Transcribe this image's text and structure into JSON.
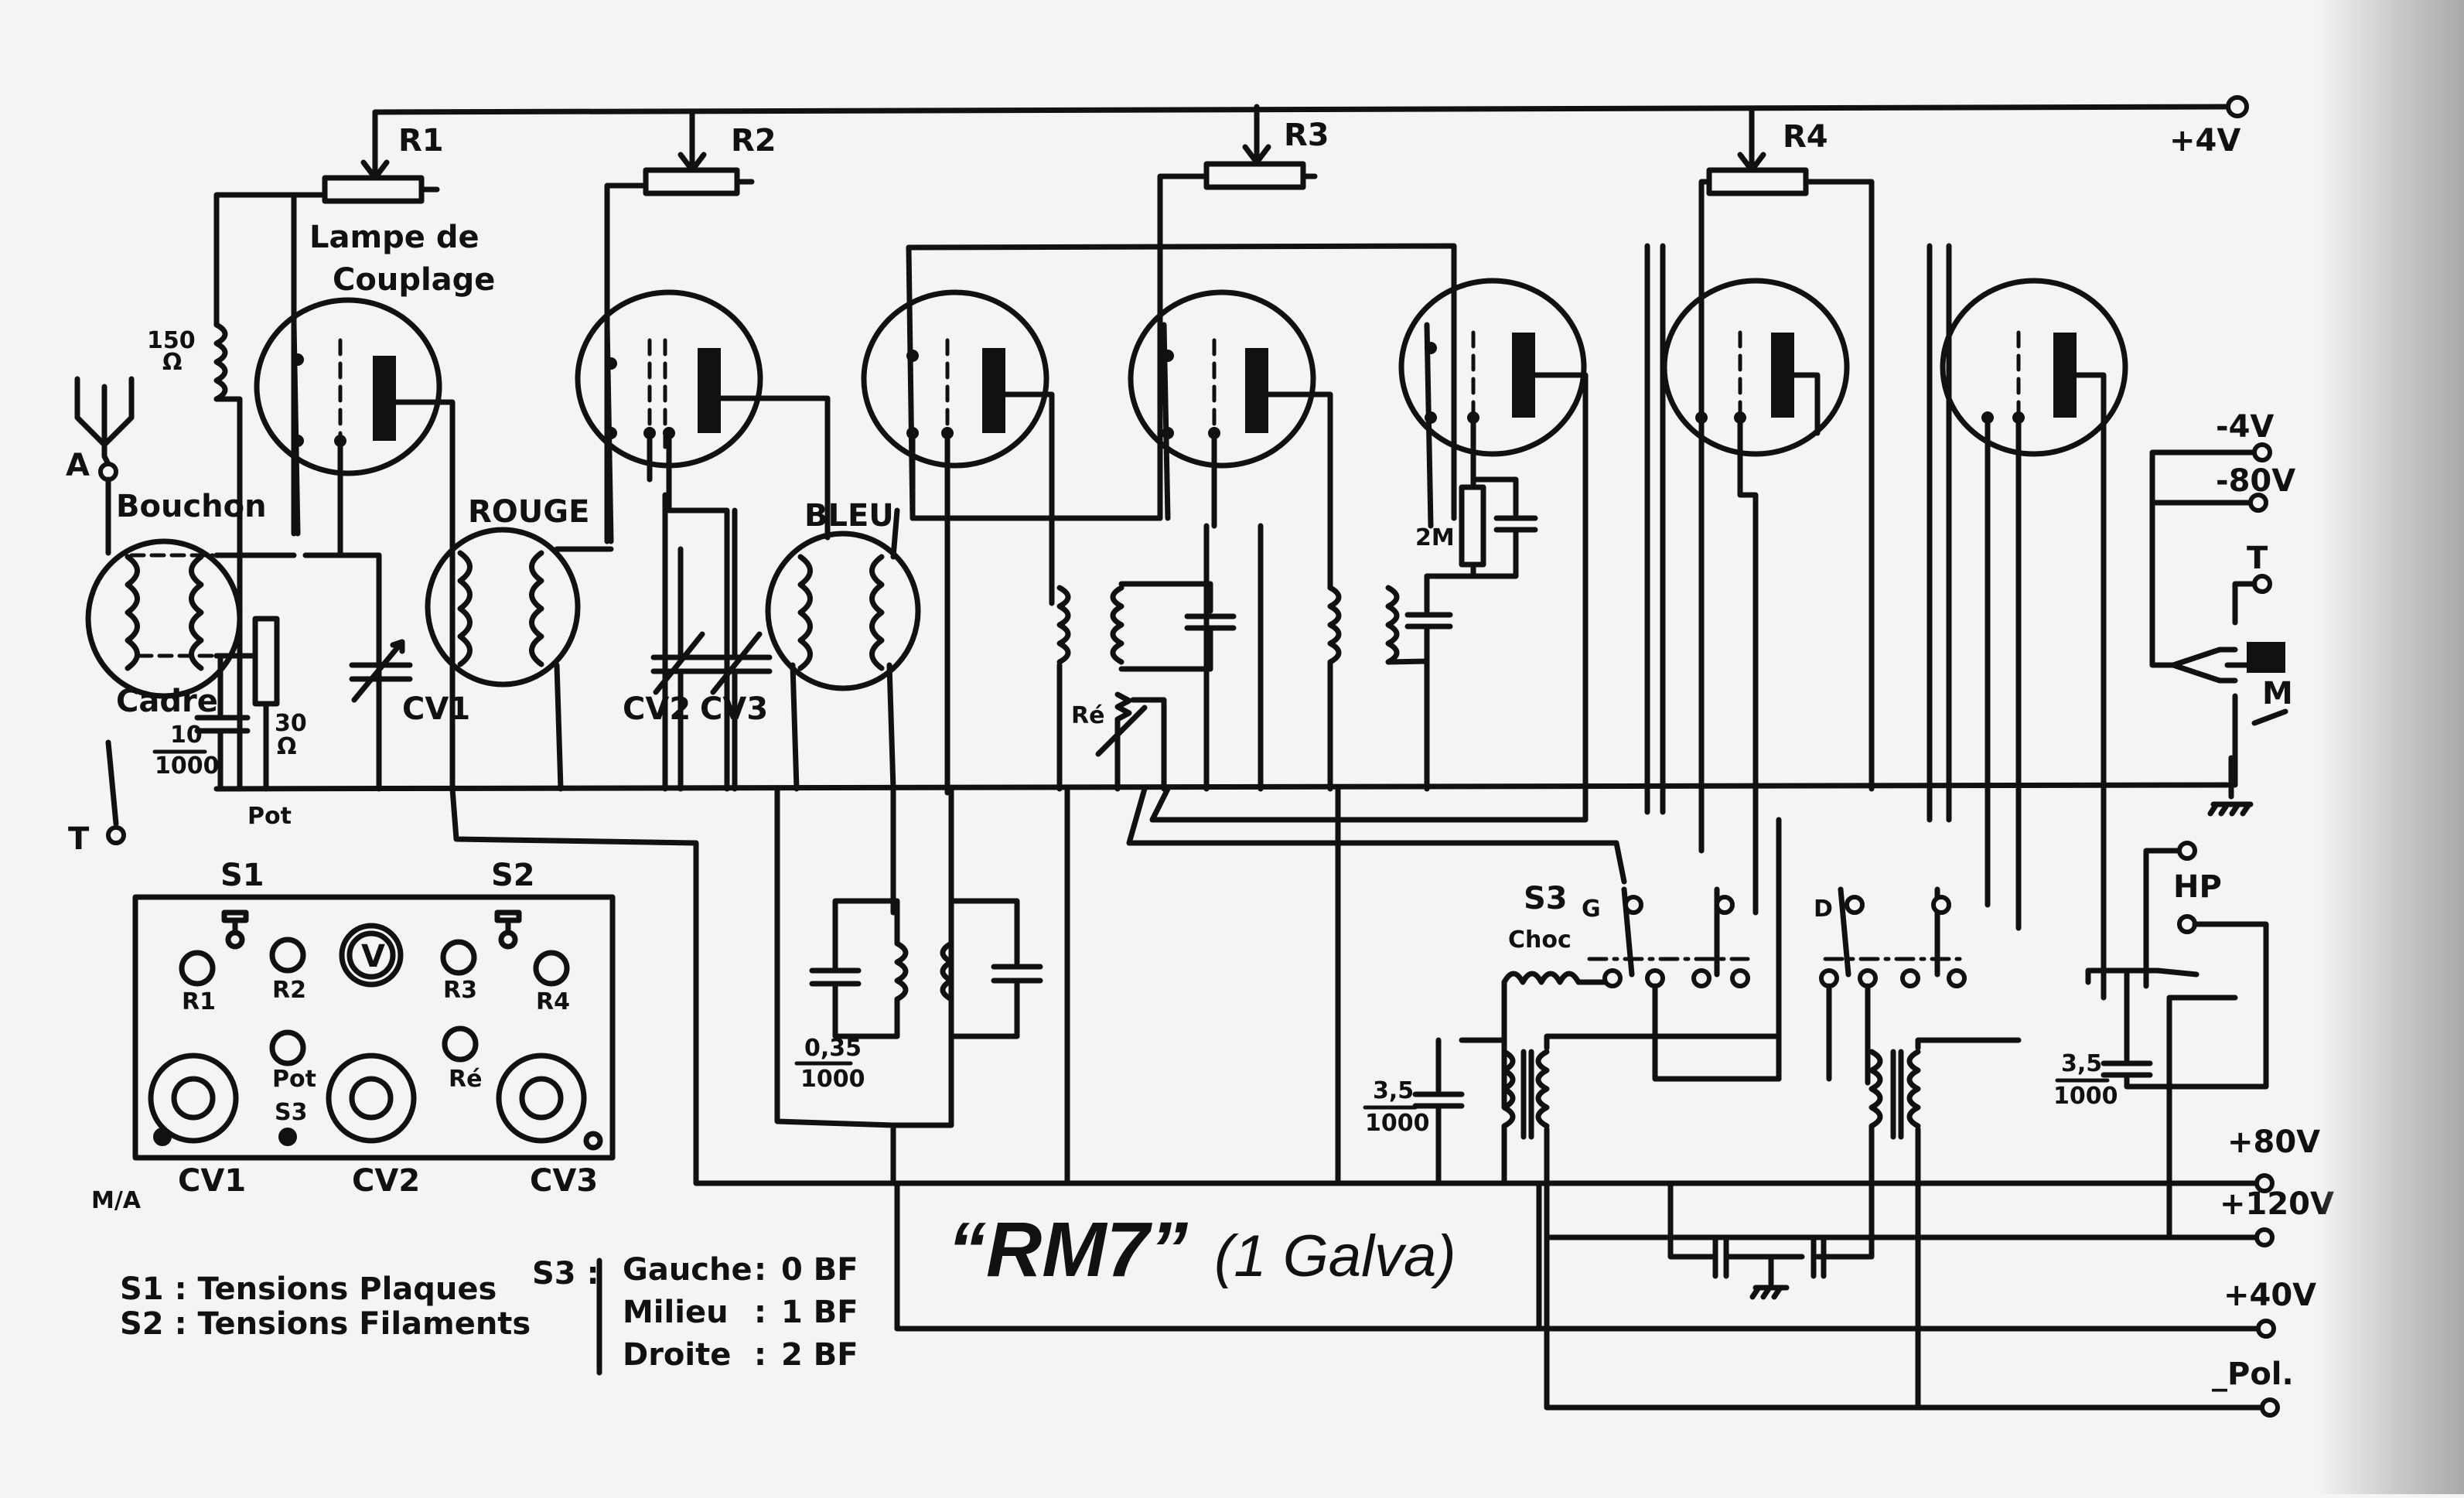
{
  "title": {
    "main": "“RM7”",
    "subtitle": "(1 Galva)"
  },
  "rails": {
    "plus_4v": "+4V",
    "minus_4v": "-4V",
    "minus_80v": "-80V",
    "t": "T",
    "m": "M",
    "hp": "HP",
    "plus_80v": "+80V",
    "plus_120v": "+120V",
    "plus_40v": "+40V",
    "minus_pol": "_Pol."
  },
  "components": {
    "r1": "R1",
    "r2": "R2",
    "r3": "R3",
    "r4": "R4",
    "lamp_label_1": "Lampe de",
    "lamp_label_2": "Couplage",
    "choke_150": "150",
    "ohm": "Ω",
    "antenna_a": "A",
    "antenna_t": "T",
    "bouchon": "Bouchon",
    "cadre": "Cadre",
    "cap_10_num": "10",
    "cap_10_den": "1000",
    "pot_30": "30",
    "pot": "Pot",
    "cv1": "CV1",
    "cv2": "CV2",
    "cv3": "CV3",
    "rouge": "ROUGE",
    "bleu": "BLEU",
    "re": "Ré",
    "r_2m": "2M",
    "cap_035_num": "0,35",
    "cap_035_den": "1000",
    "s3": "S3",
    "s3_g": "G",
    "s3_d": "D",
    "choc": "Choc",
    "cap_35a_num": "3,5",
    "cap_35a_den": "1000",
    "cap_35b_num": "3,5",
    "cap_35b_den": "1000"
  },
  "panel": {
    "s1": "S1",
    "s2": "S2",
    "r1": "R1",
    "r2": "R2",
    "r3": "R3",
    "r4": "R4",
    "meter": "V",
    "pot": "Pot",
    "s3": "S3",
    "re": "Ré",
    "cv1": "CV1",
    "cv2": "CV2",
    "cv3": "CV3",
    "ma": "M/A"
  },
  "legend": {
    "s1_line": "S1 : Tensions  Plaques",
    "s2_line": "S2 : Tensions  Filaments",
    "s3_label": "S3 :",
    "s3_options": [
      {
        "position": "Gauche",
        "value": "0 BF"
      },
      {
        "position": "Milieu",
        "value": "1 BF"
      },
      {
        "position": "Droite",
        "value": "2 BF"
      }
    ]
  }
}
